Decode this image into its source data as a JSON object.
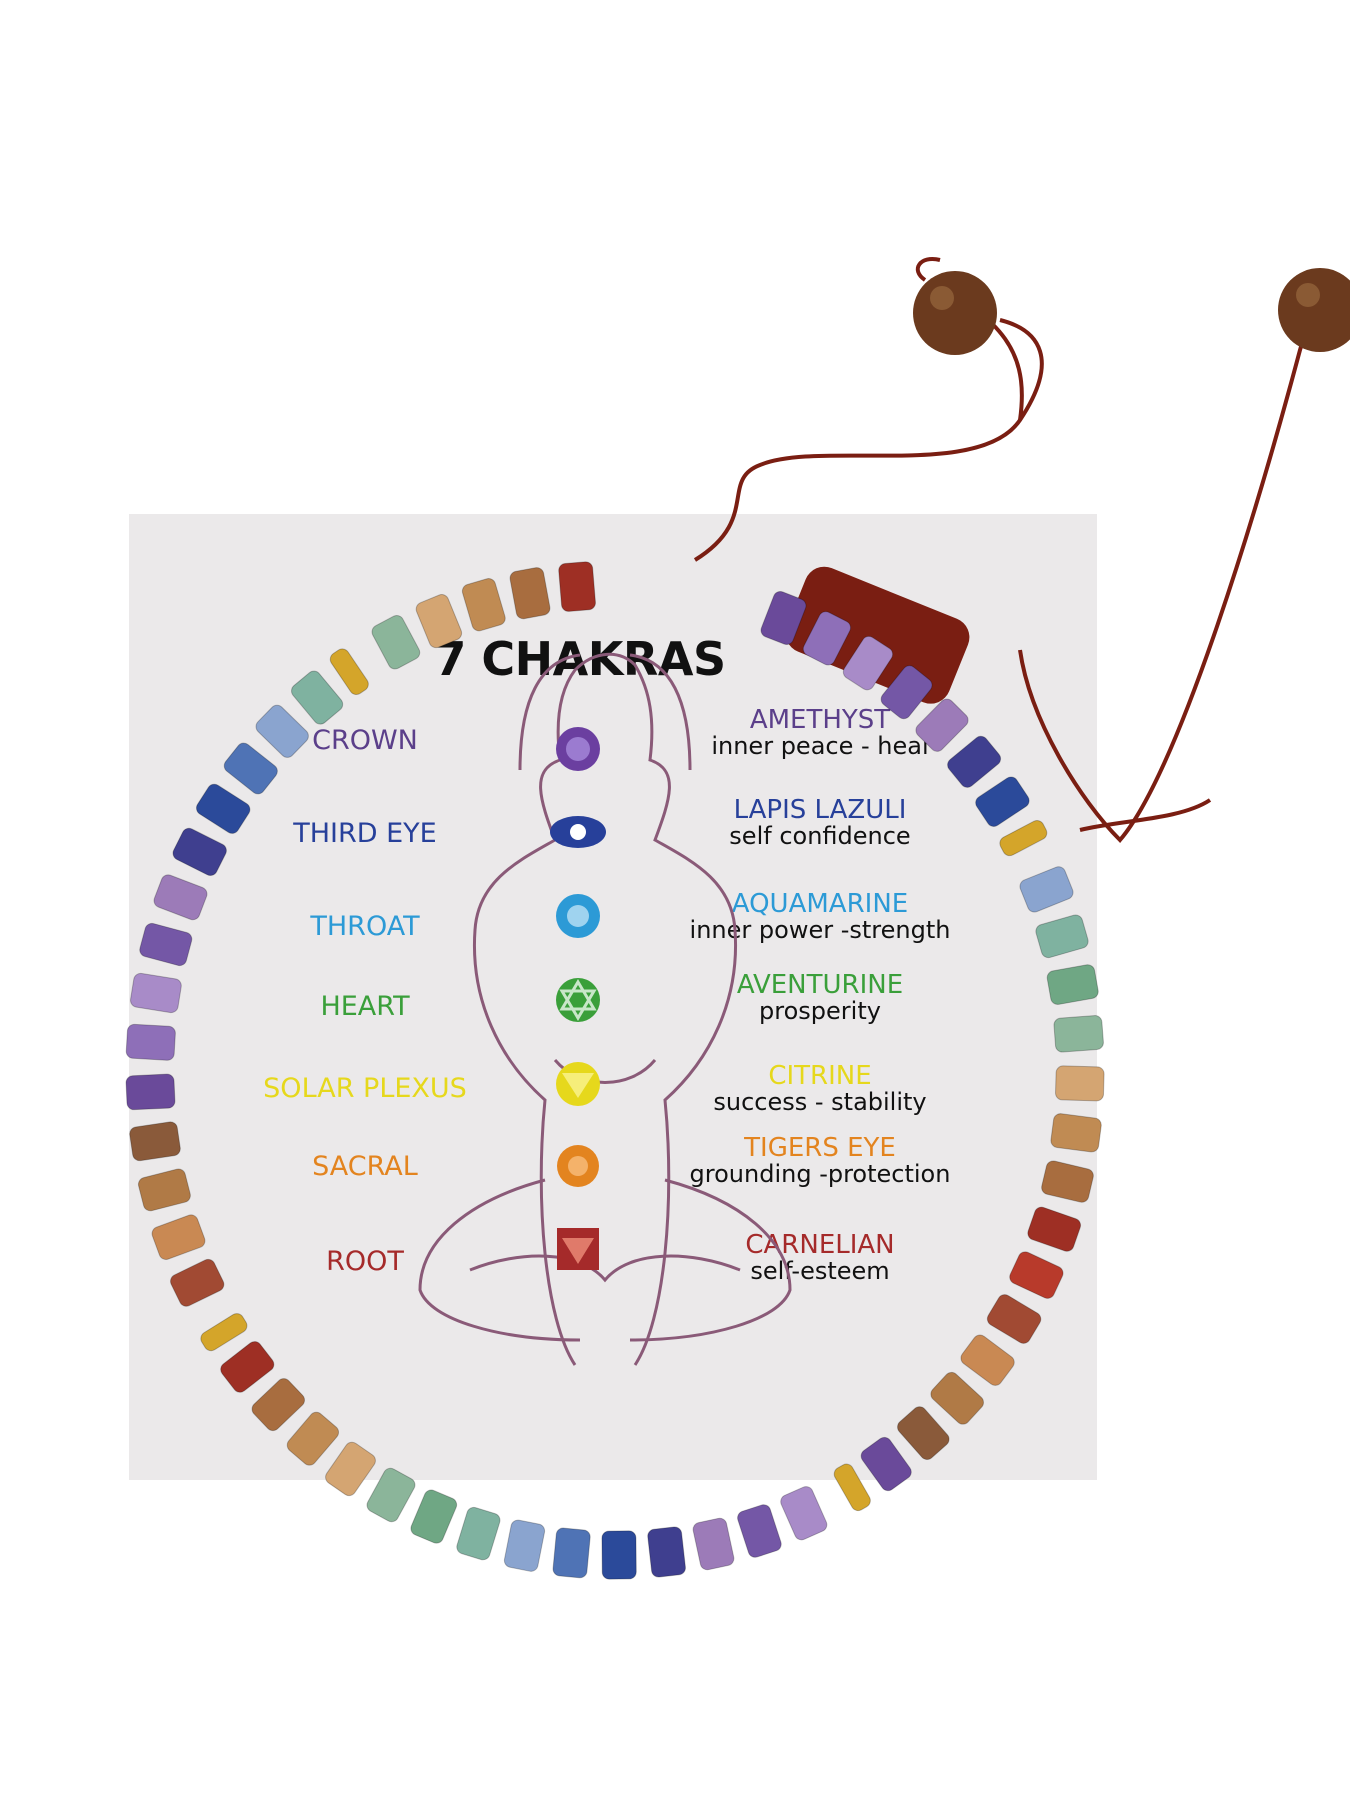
{
  "title": "7 CHAKRAS",
  "chakras": [
    {
      "name": "CROWN",
      "stone": "AMETHYST",
      "meaning": "inner peace - heal",
      "color": "#5b3f8a"
    },
    {
      "name": "THIRD EYE",
      "stone": "LAPIS LAZULI",
      "meaning": "self confidence",
      "color": "#27409a"
    },
    {
      "name": "THROAT",
      "stone": "AQUAMARINE",
      "meaning": "inner power -strength",
      "color": "#2c9ad6"
    },
    {
      "name": "HEART",
      "stone": "AVENTURINE",
      "meaning": "prosperity",
      "color": "#3a9f3a"
    },
    {
      "name": "SOLAR PLEXUS",
      "stone": "CITRINE",
      "meaning": "success - stability",
      "color": "#e6d81c"
    },
    {
      "name": "SACRAL",
      "stone": "TIGERS EYE",
      "meaning": "grounding -protection",
      "color": "#e3841f"
    },
    {
      "name": "ROOT",
      "stone": "CARNELIAN",
      "meaning": "self-esteem",
      "color": "#a52a2a"
    }
  ],
  "colors": {
    "card": "#ebe9ea",
    "figure": "#8a5a78",
    "cord": "#7a1e12",
    "gold": "#d4a52a"
  },
  "beads": [
    "#6a4a9a",
    "#8e6fb8",
    "#a88bc8",
    "#7457a6",
    "#9c7bb8",
    "#3f3f8f",
    "#2b4a9a",
    "#4f73b5",
    "#8aa4cf",
    "#7fb2a0",
    "#6fa784",
    "#8bb59a",
    "#d4a572",
    "#c08b53",
    "#a86d3f",
    "#9e2f24",
    "#b83a2b",
    "#a14a33",
    "#c98953",
    "#b07a46",
    "#8a5a3a"
  ]
}
